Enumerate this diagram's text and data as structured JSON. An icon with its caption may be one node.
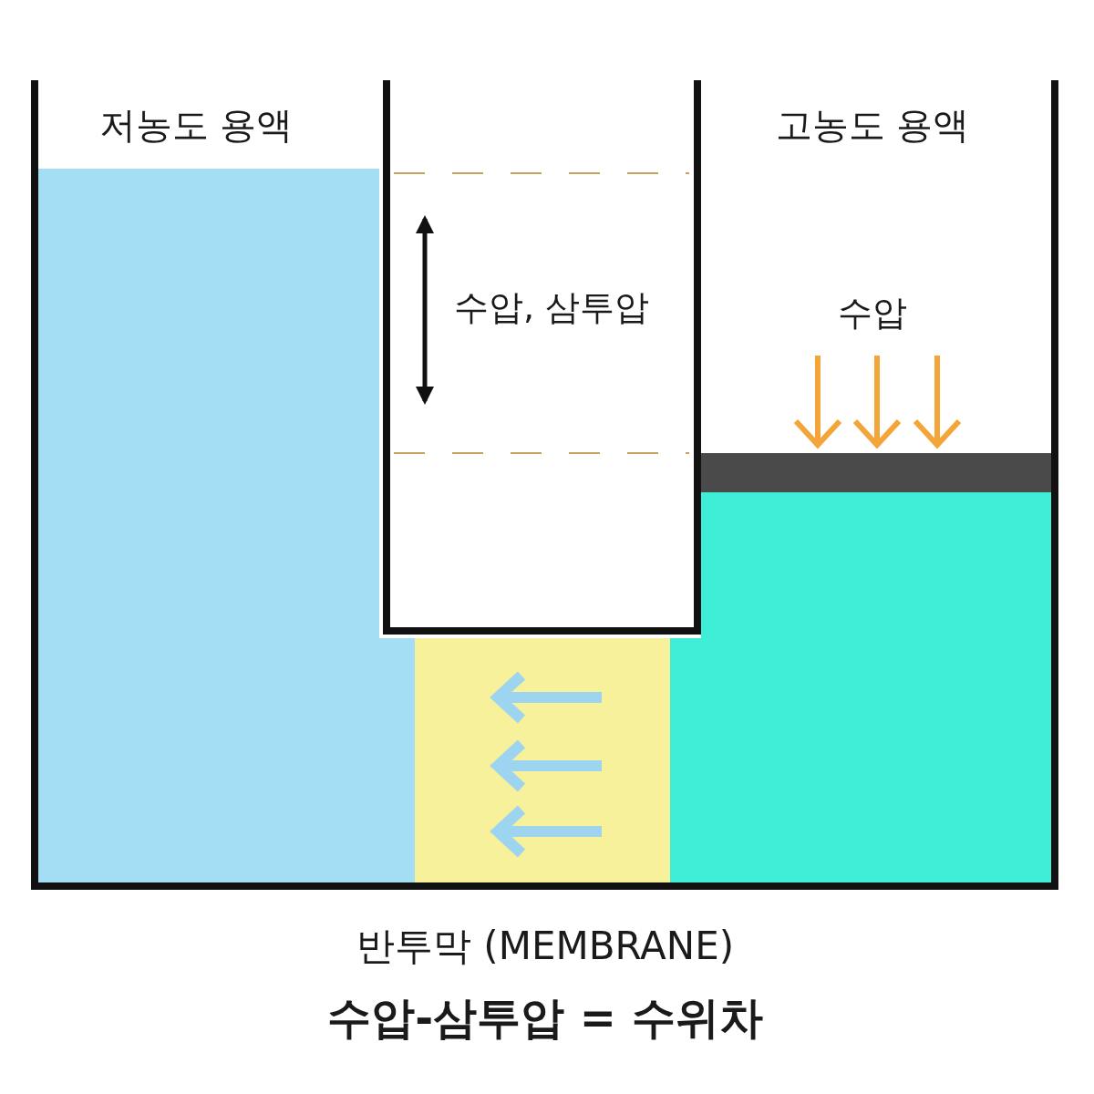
{
  "diagram": {
    "caption": "수압-삼투압 = 수위차",
    "labels": [
      "저농도 용액",
      "고농도 용액",
      "수압, 삼투압",
      "수압",
      "반투막 (MEMBRANE)"
    ]
  }
}
